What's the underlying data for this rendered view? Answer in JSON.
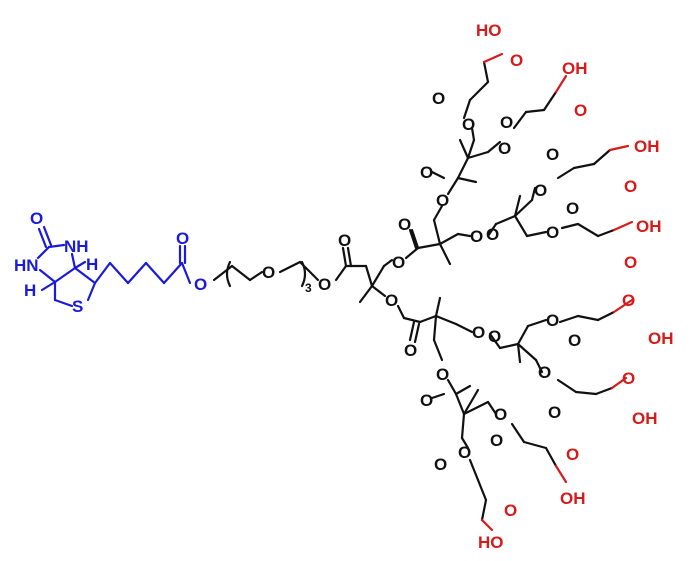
{
  "colors": {
    "biotin": "#1a1adb",
    "acid": "#d71a1a",
    "core": "#111111"
  },
  "biotin": {
    "carbonyl_o": "O",
    "n_top": "NH",
    "n_left": "HN",
    "h_right": "H",
    "h_left": "H",
    "sulfur": "S",
    "ester_o_double": "O",
    "ester_o": "O"
  },
  "peg": {
    "ether_o": "O",
    "repeat": "3",
    "end_o": "O",
    "carbonyl_o": "O"
  },
  "dendron": {
    "oxygen": "O"
  },
  "acid": {
    "oh": "OH",
    "ho": "HO",
    "o": "O"
  }
}
